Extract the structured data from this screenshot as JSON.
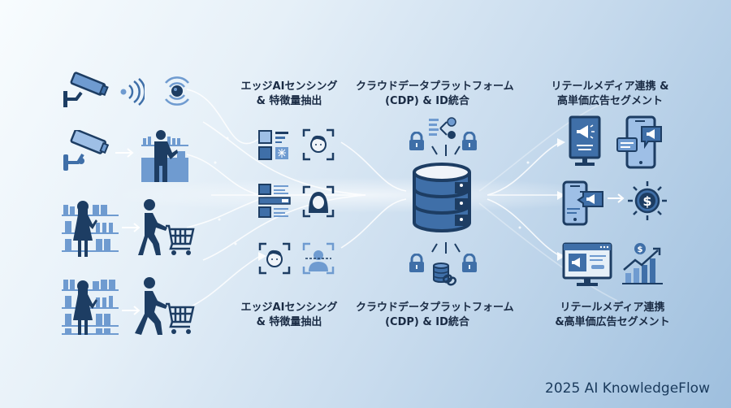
{
  "diagram": {
    "columns": [
      {
        "id": "sources",
        "label_lines": [],
        "items": [
          "security-camera",
          "wireless-signal",
          "beacon-sensor",
          "security-camera",
          "shopper-at-counter",
          "shopper-at-shelf",
          "shopper-with-cart",
          "shopper-at-shelf",
          "shopper-with-cart"
        ]
      },
      {
        "id": "edge-ai",
        "label_top": [
          "エッジAIセンシング",
          "& 特徴量抽出"
        ],
        "label_bottom": [
          "エッジAIセンシング",
          "& 特徴量抽出"
        ],
        "items": [
          "feature-grid",
          "face-scan-male",
          "feature-list",
          "face-scan-female",
          "face-scan-male",
          "face-scan-line"
        ]
      },
      {
        "id": "cdp",
        "label_top": [
          "クラウドデータプラットフォーム",
          "(CDP) & ID統合"
        ],
        "label_bottom": [
          "クラウドデータプラットフォーム",
          "(CDP) & ID統合"
        ],
        "items": [
          "lock",
          "id-merge",
          "lock",
          "database",
          "lock",
          "database-link",
          "lock"
        ]
      },
      {
        "id": "retail-media",
        "label_top": [
          "リテールメディア連携 &",
          "高単価広告セグメント"
        ],
        "label_bottom": [
          "リテールメディア連携",
          "&高単価広告セグメント"
        ],
        "items": [
          "digital-signage",
          "mobile-ad",
          "mobile-ad-chat",
          "revenue-dollar",
          "web-ad-monitor",
          "growth-chart"
        ]
      }
    ]
  },
  "footer": {
    "credit": "2025 AI KnowledgeFlow"
  },
  "colors": {
    "dark": "#1d3d63",
    "mid": "#3f6fa8",
    "light": "#6f9bd0",
    "text": "#1a2b44",
    "flow": "#ffffff"
  }
}
